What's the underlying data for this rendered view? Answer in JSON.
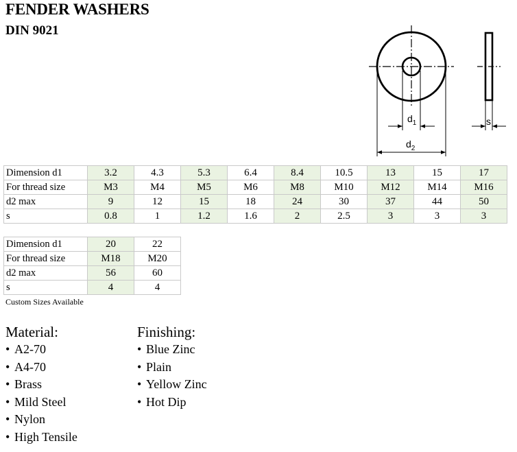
{
  "header": {
    "title": "FENDER WASHERS",
    "subtitle": "DIN 9021"
  },
  "drawing": {
    "label_d1": "d",
    "label_d1_sub": "1",
    "label_d2": "d",
    "label_d2_sub": "2",
    "label_s": "s"
  },
  "table1": {
    "rows": [
      {
        "label": "Dimension d1",
        "values": [
          "3.2",
          "4.3",
          "5.3",
          "6.4",
          "8.4",
          "10.5",
          "13",
          "15",
          "17"
        ]
      },
      {
        "label": "For thread size",
        "values": [
          "M3",
          "M4",
          "M5",
          "M6",
          "M8",
          "M10",
          "M12",
          "M14",
          "M16"
        ]
      },
      {
        "label": "d2 max",
        "values": [
          "9",
          "12",
          "15",
          "18",
          "24",
          "30",
          "37",
          "44",
          "50"
        ]
      },
      {
        "label": "s",
        "values": [
          "0.8",
          "1",
          "1.2",
          "1.6",
          "2",
          "2.5",
          "3",
          "3",
          "3"
        ]
      }
    ]
  },
  "table2": {
    "rows": [
      {
        "label": "Dimension d1",
        "values": [
          "20",
          "22"
        ]
      },
      {
        "label": "For thread size",
        "values": [
          "M18",
          "M20"
        ]
      },
      {
        "label": "d2 max",
        "values": [
          "56",
          "60"
        ]
      },
      {
        "label": "s",
        "values": [
          "4",
          "4"
        ]
      }
    ]
  },
  "note": "Custom Sizes Available",
  "material": {
    "heading": "Material:",
    "bullet": "•",
    "items": [
      "A2-70",
      "A4-70",
      "Brass",
      "Mild Steel",
      "Nylon",
      "High Tensile"
    ]
  },
  "finishing": {
    "heading": "Finishing:",
    "bullet": "•",
    "items": [
      "Blue Zinc",
      "Plain",
      "Yellow Zinc",
      "Hot Dip"
    ]
  },
  "colors": {
    "highlight_column": "#eaf3e2",
    "cell_border": "#c9c9c9"
  }
}
